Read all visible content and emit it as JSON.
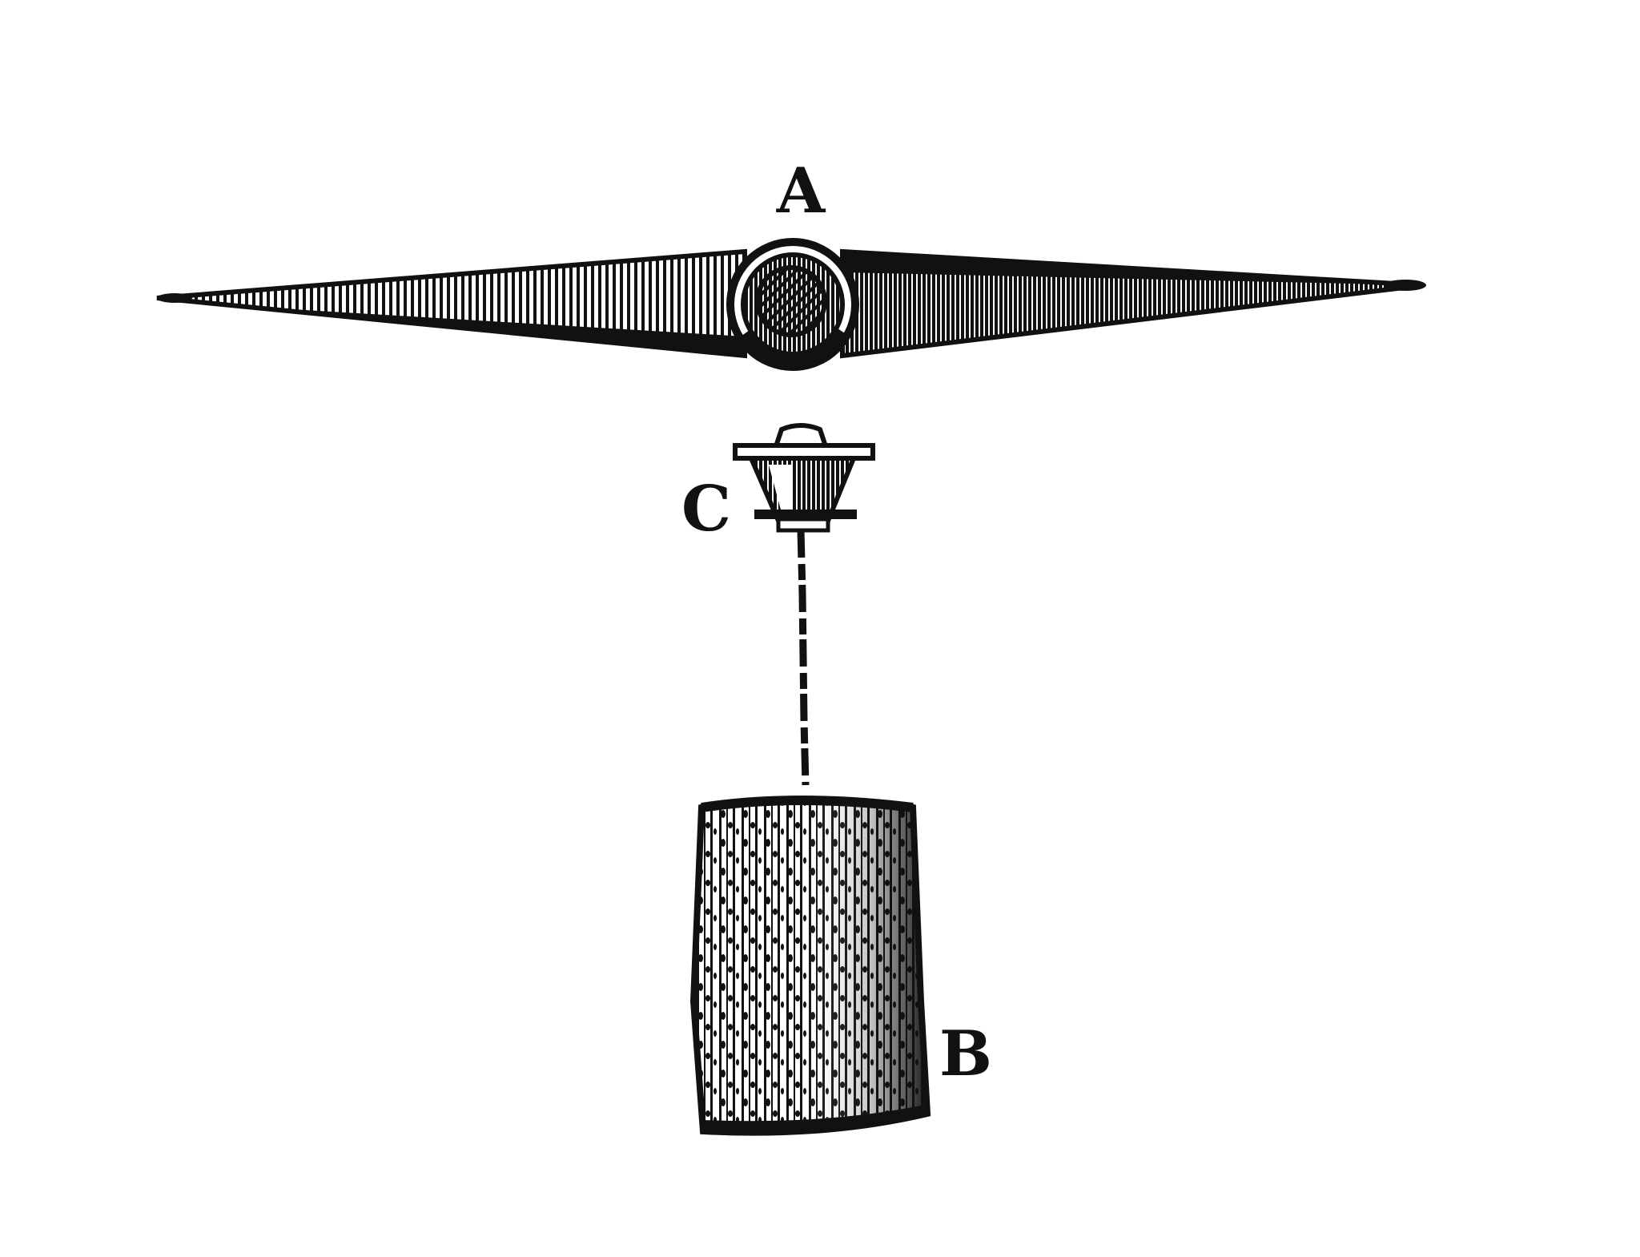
{
  "labels": {
    "a": "A",
    "b": "B",
    "c": "C"
  },
  "parts": {
    "needle": "magnetic-needle",
    "cap": "pivot-cap",
    "weight": "cylindrical-weight"
  },
  "colors": {
    "ink": "#111111",
    "paper": "#ffffff"
  }
}
